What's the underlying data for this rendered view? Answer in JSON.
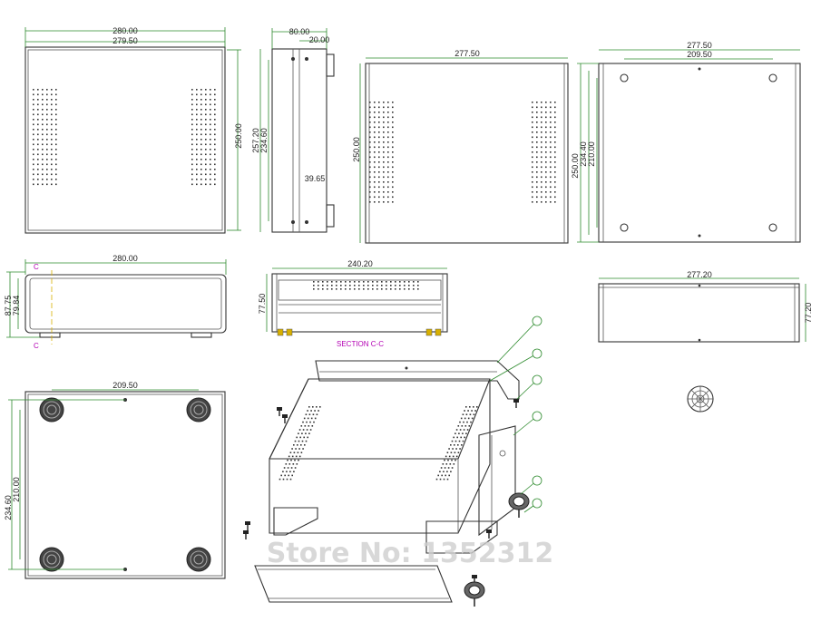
{
  "dimensions": {
    "front_width_outer": "280.00",
    "front_width_inner": "279.50",
    "front_height": "250.00",
    "side_depth": "80.00",
    "side_flange": "20.00",
    "side_height_outer": "257.20",
    "side_height_inner": "234.60",
    "side_gap": "39.65",
    "back_width": "277.50",
    "back_height": "250.00",
    "bottom_width": "277.50",
    "bottom_hole_spacing": "209.50",
    "bottom_height": "250.00",
    "bottom_inner_1": "234.40",
    "bottom_inner_2": "210.00",
    "panel_width": "280.00",
    "panel_height_outer": "87.75",
    "panel_height_inner": "79.84",
    "section_width": "240.20",
    "section_height": "77.50",
    "rear_width": "277.20",
    "rear_height": "77.20",
    "base_hole_spacing": "209.50",
    "base_height_1": "234.60",
    "base_height_2": "210.00"
  },
  "section_marker": "C",
  "section_label": "SECTION C-C",
  "watermark": "Store No: 1352312",
  "colors": {
    "dimension_lines": "#2e8b2e",
    "section_marks": "#b300b3",
    "outline": "#333333"
  }
}
